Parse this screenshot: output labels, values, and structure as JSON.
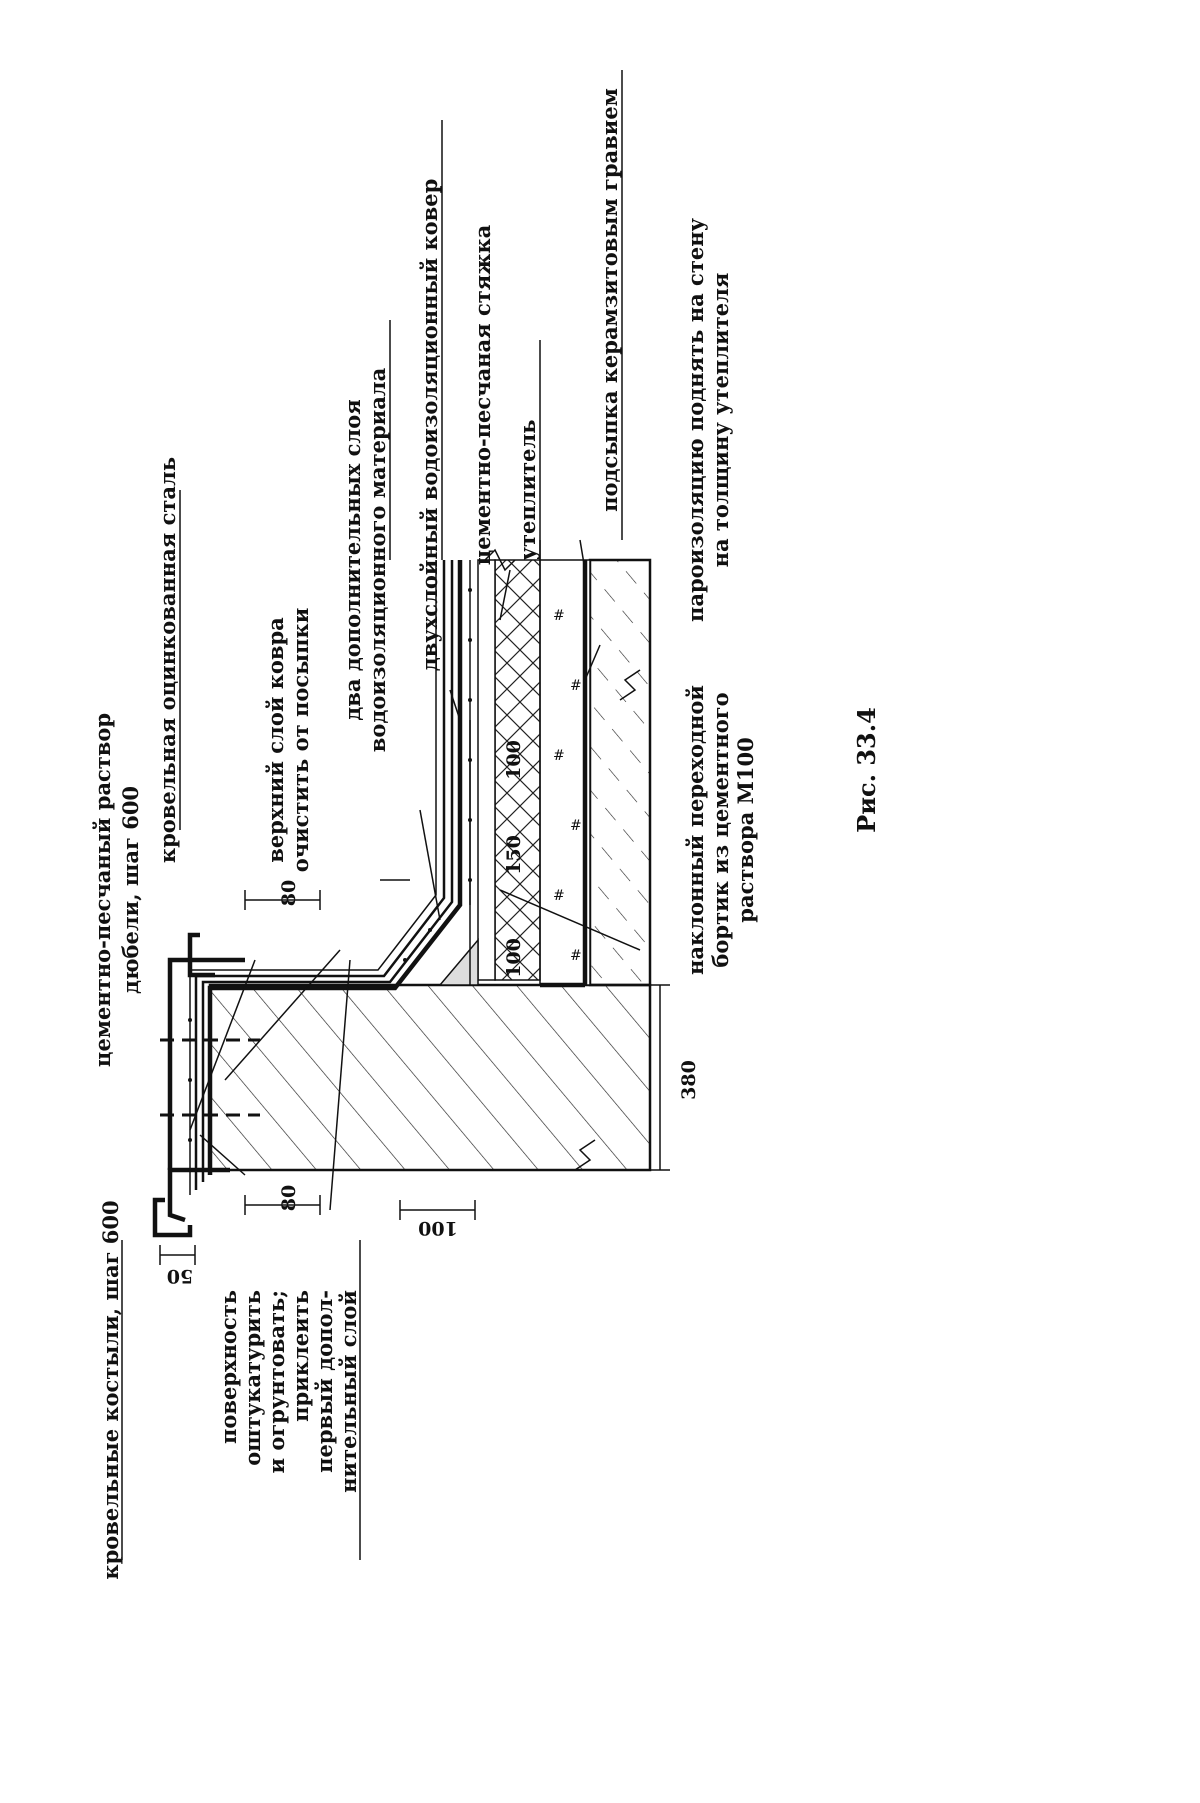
{
  "figure": {
    "caption": "Рис. 33.4"
  },
  "labels": {
    "roof_hooks": "кровельные костыли, шаг 600",
    "plaster_line1": "поверхность",
    "plaster_line2": "оштукатурить",
    "plaster_line3": "и огрунтовать;",
    "plaster_line4": "приклеить",
    "plaster_line5": "первый допол-",
    "plaster_line6": "нительный слой",
    "cement_mortar": "цементно-песчаный раствор",
    "dowels": "дюбели, шаг 600",
    "galvanized_steel": "кровельная оцинкованная сталь",
    "top_layer_line1": "верхний слой ковра",
    "top_layer_line2": "очистить от посыпки",
    "two_extra_line1": "два дополнительных слоя",
    "two_extra_line2": "водоизоляционного материала",
    "two_layer_carpet": "двухслойный водоизоляционный ковер",
    "screed": "цементно-песчаная стяжка",
    "insulation": "утеплитель",
    "gravel_fill": "подсыпка керамзитовым гравием",
    "vapor_line1": "пароизоляцию поднять на стену",
    "vapor_line2": "на толщину утеплителя",
    "fillet_line1": "наклонный переходной",
    "fillet_line2": "бортик из цементного",
    "fillet_line3": "раствора М100"
  },
  "dimensions": {
    "d50": "50",
    "d80_left": "80",
    "d80_top": "80",
    "d100_side": "100",
    "d380": "380",
    "d100_a": "100",
    "d150": "150",
    "d100_b": "100"
  }
}
